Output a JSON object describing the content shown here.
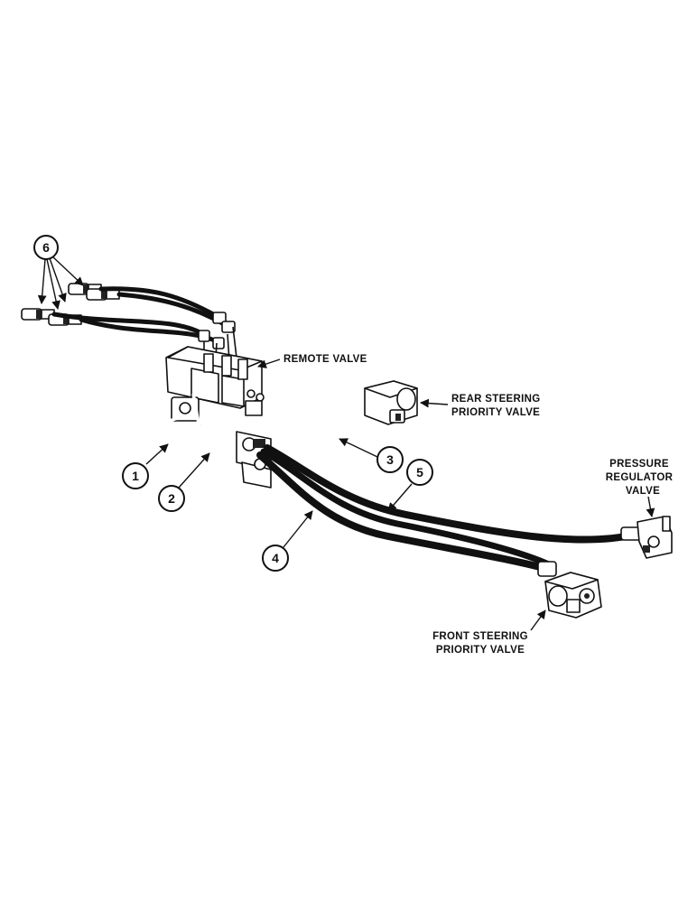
{
  "callouts": [
    {
      "id": "callout-1",
      "number": "1"
    },
    {
      "id": "callout-2",
      "number": "2"
    },
    {
      "id": "callout-3",
      "number": "3"
    },
    {
      "id": "callout-4",
      "number": "4"
    },
    {
      "id": "callout-5",
      "number": "5"
    },
    {
      "id": "callout-6",
      "number": "6"
    }
  ],
  "labels": {
    "remote_valve": "REMOTE VALVE",
    "rear_steering": [
      "REAR STEERING",
      "PRIORITY VALVE"
    ],
    "pressure_regulator": [
      "PRESSURE",
      "REGULATOR",
      "VALVE"
    ],
    "front_steering": [
      "FRONT STEERING",
      "PRIORITY VALVE"
    ]
  }
}
